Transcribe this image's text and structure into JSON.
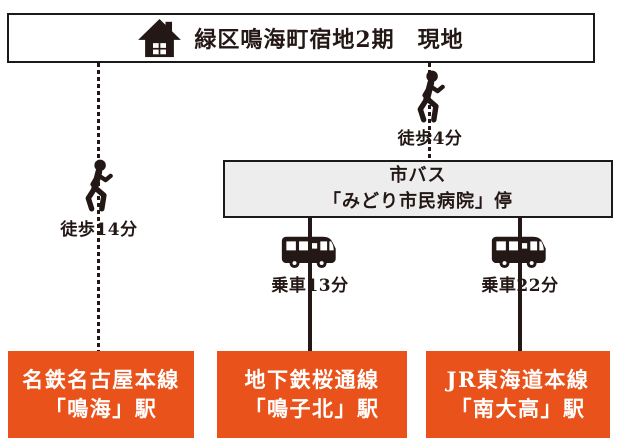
{
  "colors": {
    "accent_orange": "#E9531B",
    "ink": "#231815",
    "stop_fill": "#EDEDED"
  },
  "site_box": {
    "label": "緑区鳴海町宿地2期　現地",
    "icon": "house-icon"
  },
  "walk_left": {
    "label": "徒歩14分",
    "icon": "walking-person-icon"
  },
  "walk_right": {
    "label": "徒歩4分",
    "icon": "walking-person-icon"
  },
  "bus_stop": {
    "line1": "市バス",
    "line2": "「みどり市民病院」停"
  },
  "bus_left": {
    "label": "乗車13分",
    "icon": "bus-icon"
  },
  "bus_right": {
    "label": "乗車22分",
    "icon": "bus-icon"
  },
  "stations": [
    {
      "line1": "名鉄名古屋本線",
      "line2": "「鳴海」駅"
    },
    {
      "line1": "地下鉄桜通線",
      "line2": "「鳴子北」駅"
    },
    {
      "line1": "JR東海道本線",
      "line2": "「南大高」駅"
    }
  ]
}
